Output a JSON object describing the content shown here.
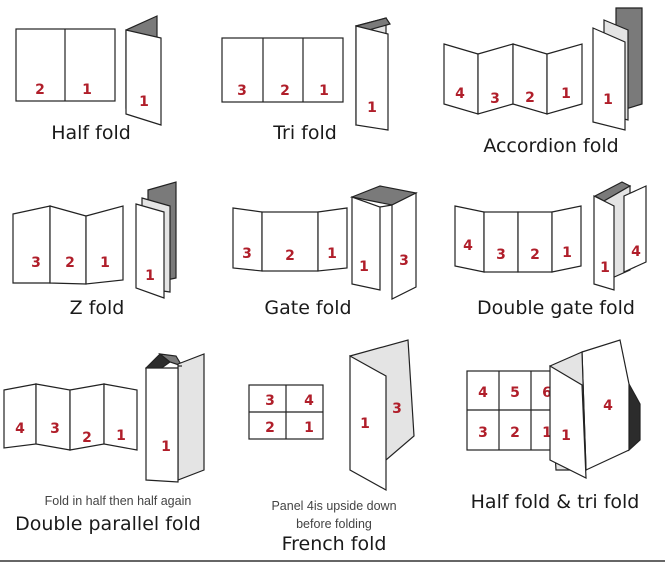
{
  "colors": {
    "number": "#b01e2a",
    "outline": "#222222",
    "shade_light": "#e4e4e4",
    "shade_dark": "#7a7a7a"
  },
  "folds": [
    {
      "title": "Half fold",
      "flat_panels": [
        "2",
        "1"
      ],
      "folded_panels": [
        "1"
      ]
    },
    {
      "title": "Tri fold",
      "flat_panels": [
        "3",
        "2",
        "1"
      ],
      "folded_panels": [
        "1"
      ]
    },
    {
      "title": "Accordion fold",
      "flat_panels": [
        "4",
        "3",
        "2",
        "1"
      ],
      "folded_panels": [
        "1"
      ]
    },
    {
      "title": "Z fold",
      "flat_panels": [
        "3",
        "2",
        "1"
      ],
      "folded_panels": [
        "1"
      ]
    },
    {
      "title": "Gate fold",
      "flat_panels": [
        "3",
        "2",
        "1"
      ],
      "folded_panels": [
        "1",
        "3"
      ]
    },
    {
      "title": "Double gate fold",
      "flat_panels": [
        "4",
        "3",
        "2",
        "1"
      ],
      "folded_panels": [
        "1",
        "4"
      ]
    },
    {
      "title": "Double parallel fold",
      "note": "Fold in half then half again",
      "flat_panels": [
        "4",
        "3",
        "2",
        "1"
      ],
      "folded_panels": [
        "1"
      ]
    },
    {
      "title": "French fold",
      "note_lines": [
        "Panel 4is upside down",
        "before folding"
      ],
      "flat_panels": [
        "3",
        "4",
        "2",
        "1"
      ],
      "folded_panels": [
        "1",
        "3"
      ]
    },
    {
      "title": "Half fold & tri fold",
      "flat_panels": [
        "4",
        "5",
        "6",
        "3",
        "2",
        "1"
      ],
      "folded_panels": [
        "1",
        "4"
      ]
    }
  ]
}
